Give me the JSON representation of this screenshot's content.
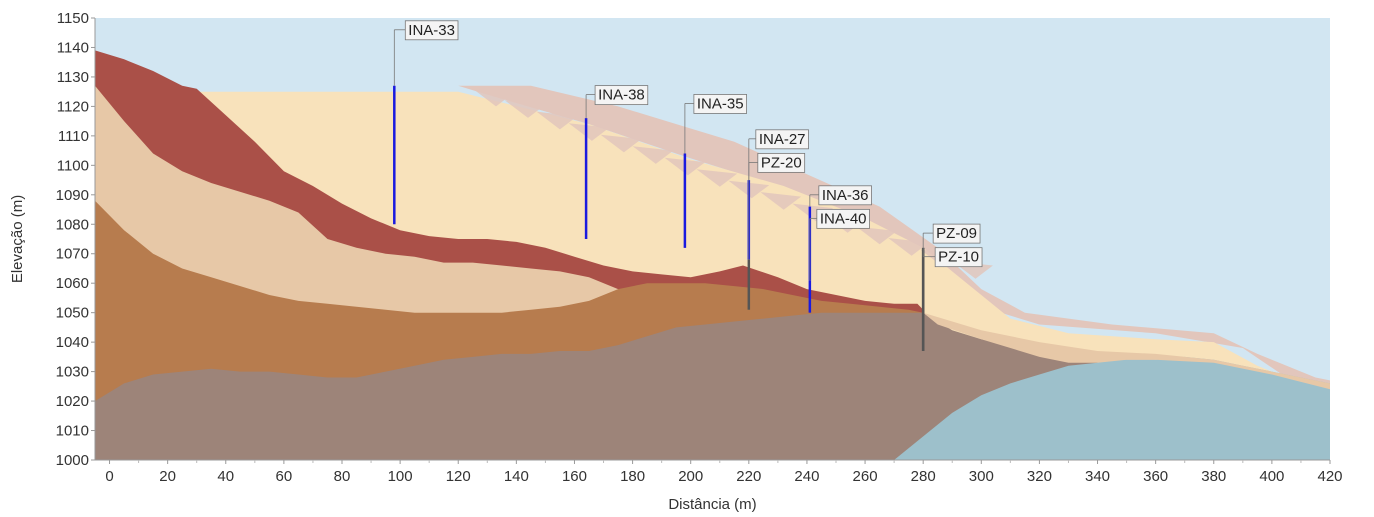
{
  "chart_data": {
    "type": "area",
    "title": "",
    "xlabel": "Distância (m)",
    "ylabel": "Elevação (m)",
    "xlim": [
      -5,
      420
    ],
    "ylim": [
      1000,
      1150
    ],
    "x_ticks": [
      0,
      20,
      40,
      60,
      80,
      100,
      120,
      140,
      160,
      180,
      200,
      220,
      240,
      260,
      280,
      300,
      320,
      340,
      360,
      380,
      400,
      420
    ],
    "y_ticks": [
      1000,
      1010,
      1020,
      1030,
      1040,
      1050,
      1060,
      1070,
      1080,
      1090,
      1100,
      1110,
      1120,
      1130,
      1140,
      1150
    ],
    "grid": false,
    "legend": "none",
    "colors": {
      "sky": "#d2e6f2",
      "red_layer": "#aa5048",
      "beige_layer": "#e7c8a7",
      "brown_layer": "#b77c4e",
      "gray_layer": "#9d8479",
      "blue_layer": "#9dc0cb",
      "fill_area": "#f8e2bb",
      "slope_stripes": "#e2c6bc",
      "ina_line": "#1a1adf",
      "pz_line": "#555555"
    },
    "layers": [
      {
        "id": "red",
        "top": [
          [
            -5,
            1139
          ],
          [
            5,
            1136
          ],
          [
            15,
            1132
          ],
          [
            25,
            1127
          ],
          [
            30,
            1126
          ],
          [
            40,
            1117
          ],
          [
            50,
            1108
          ],
          [
            60,
            1098
          ],
          [
            70,
            1093
          ],
          [
            80,
            1087
          ],
          [
            90,
            1082
          ],
          [
            100,
            1078
          ],
          [
            110,
            1076
          ],
          [
            120,
            1075
          ],
          [
            130,
            1075
          ],
          [
            140,
            1074
          ],
          [
            150,
            1072
          ],
          [
            160,
            1069
          ],
          [
            170,
            1066
          ],
          [
            180,
            1064
          ],
          [
            190,
            1063
          ],
          [
            200,
            1062
          ],
          [
            210,
            1064
          ],
          [
            218,
            1066
          ],
          [
            230,
            1062
          ],
          [
            240,
            1058
          ],
          [
            250,
            1056
          ],
          [
            260,
            1054
          ],
          [
            270,
            1053
          ],
          [
            278,
            1053
          ],
          [
            280,
            1051
          ]
        ]
      },
      {
        "id": "beige",
        "top": [
          [
            -5,
            1127
          ],
          [
            5,
            1115
          ],
          [
            15,
            1104
          ],
          [
            25,
            1098
          ],
          [
            35,
            1094
          ],
          [
            45,
            1091
          ],
          [
            55,
            1088
          ],
          [
            65,
            1084
          ],
          [
            75,
            1075
          ],
          [
            85,
            1072
          ],
          [
            95,
            1070
          ],
          [
            105,
            1069
          ],
          [
            115,
            1067
          ],
          [
            125,
            1067
          ],
          [
            135,
            1066
          ],
          [
            145,
            1065
          ],
          [
            155,
            1064
          ],
          [
            165,
            1062
          ],
          [
            175,
            1058
          ],
          [
            185,
            1054
          ],
          [
            190,
            1052
          ],
          [
            200,
            1050
          ],
          [
            210,
            1048
          ],
          [
            220,
            1046
          ],
          [
            240,
            1045
          ],
          [
            260,
            1045
          ],
          [
            280,
            1045
          ],
          [
            300,
            1041
          ],
          [
            320,
            1038
          ],
          [
            340,
            1036
          ],
          [
            360,
            1034
          ],
          [
            380,
            1030
          ],
          [
            400,
            1028
          ],
          [
            420,
            1026
          ]
        ]
      },
      {
        "id": "brown",
        "top": [
          [
            -5,
            1088
          ],
          [
            5,
            1078
          ],
          [
            15,
            1070
          ],
          [
            25,
            1065
          ],
          [
            35,
            1062
          ],
          [
            45,
            1059
          ],
          [
            55,
            1056
          ],
          [
            65,
            1054
          ],
          [
            75,
            1053
          ],
          [
            85,
            1052
          ],
          [
            95,
            1051
          ],
          [
            105,
            1050
          ],
          [
            115,
            1050
          ],
          [
            125,
            1050
          ],
          [
            135,
            1050
          ],
          [
            145,
            1051
          ],
          [
            155,
            1052
          ],
          [
            165,
            1054
          ],
          [
            175,
            1058
          ],
          [
            185,
            1060
          ],
          [
            195,
            1060
          ],
          [
            205,
            1060
          ],
          [
            215,
            1059
          ],
          [
            225,
            1058
          ],
          [
            235,
            1056
          ],
          [
            245,
            1054
          ],
          [
            255,
            1053
          ],
          [
            265,
            1052
          ],
          [
            275,
            1051
          ],
          [
            280,
            1050
          ]
        ]
      },
      {
        "id": "gray",
        "top": [
          [
            -5,
            1020
          ],
          [
            5,
            1026
          ],
          [
            15,
            1029
          ],
          [
            25,
            1030
          ],
          [
            35,
            1031
          ],
          [
            45,
            1030
          ],
          [
            55,
            1030
          ],
          [
            65,
            1029
          ],
          [
            75,
            1028
          ],
          [
            85,
            1028
          ],
          [
            95,
            1030
          ],
          [
            105,
            1032
          ],
          [
            115,
            1034
          ],
          [
            125,
            1035
          ],
          [
            135,
            1036
          ],
          [
            145,
            1036
          ],
          [
            155,
            1037
          ],
          [
            165,
            1037
          ],
          [
            175,
            1039
          ],
          [
            185,
            1042
          ],
          [
            195,
            1045
          ],
          [
            205,
            1046
          ],
          [
            215,
            1047
          ],
          [
            225,
            1048
          ],
          [
            235,
            1049
          ],
          [
            245,
            1050
          ],
          [
            255,
            1050
          ],
          [
            265,
            1050
          ],
          [
            275,
            1050
          ],
          [
            280,
            1050
          ],
          [
            290,
            1044
          ],
          [
            300,
            1041
          ],
          [
            310,
            1038
          ],
          [
            320,
            1035
          ],
          [
            330,
            1033
          ],
          [
            340,
            1033
          ]
        ]
      },
      {
        "id": "blue",
        "top": [
          [
            270,
            1000
          ],
          [
            280,
            1008
          ],
          [
            290,
            1016
          ],
          [
            300,
            1022
          ],
          [
            310,
            1026
          ],
          [
            320,
            1029
          ],
          [
            330,
            1032
          ],
          [
            340,
            1033
          ],
          [
            350,
            1034
          ],
          [
            360,
            1034
          ],
          [
            370,
            1035
          ],
          [
            380,
            1034
          ],
          [
            390,
            1032
          ],
          [
            400,
            1030
          ],
          [
            410,
            1028
          ],
          [
            420,
            1026
          ]
        ]
      }
    ],
    "fill_polygon": [
      [
        -5,
        1139
      ],
      [
        0,
        1125
      ],
      [
        120,
        1125
      ],
      [
        165,
        1114
      ],
      [
        200,
        1102
      ],
      [
        232,
        1093
      ],
      [
        260,
        1082
      ],
      [
        280,
        1072
      ],
      [
        295,
        1060
      ],
      [
        310,
        1048
      ],
      [
        330,
        1043
      ],
      [
        360,
        1041
      ],
      [
        380,
        1040
      ],
      [
        395,
        1032
      ],
      [
        410,
        1026
      ],
      [
        420,
        1024
      ],
      [
        420,
        1000
      ],
      [
        -5,
        1000
      ]
    ],
    "wells": [
      {
        "name": "INA-33",
        "x": 98,
        "y_top": 1127,
        "y_bottom": 1080,
        "kind": "INA",
        "label_y": 1146,
        "label_x_offset": 5
      },
      {
        "name": "INA-38",
        "x": 164,
        "y_top": 1116,
        "y_bottom": 1075,
        "kind": "INA",
        "label_y": 1124,
        "label_x_offset": 3
      },
      {
        "name": "INA-35",
        "x": 198,
        "y_top": 1104,
        "y_bottom": 1072,
        "kind": "INA",
        "label_y": 1121,
        "label_x_offset": 3
      },
      {
        "name": "INA-27",
        "x": 220,
        "y_top": 1095,
        "y_bottom": 1068,
        "kind": "INA",
        "label_y": 1109,
        "label_x_offset": 1
      },
      {
        "name": "PZ-20",
        "x": 220,
        "y_top": 1068,
        "y_bottom": 1051,
        "kind": "PZ",
        "label_y": 1101,
        "label_x_offset": 3
      },
      {
        "name": "INA-36",
        "x": 241,
        "y_top": 1086,
        "y_bottom": 1061,
        "kind": "INA",
        "label_y": 1090,
        "label_x_offset": 3
      },
      {
        "name": "INA-40",
        "x": 241,
        "y_top": 1061,
        "y_bottom": 1050,
        "kind": "INA",
        "label_y": 1082,
        "label_x_offset": 1
      },
      {
        "name": "PZ-09",
        "x": 280,
        "y_top": 1072,
        "y_bottom": 1037,
        "kind": "PZ",
        "label_y": 1077,
        "label_x_offset": 4
      },
      {
        "name": "PZ-10",
        "x": 280,
        "y_top": 1072,
        "y_bottom": 1037,
        "kind": "PZ",
        "label_y": 1069,
        "label_x_offset": 6
      }
    ]
  }
}
